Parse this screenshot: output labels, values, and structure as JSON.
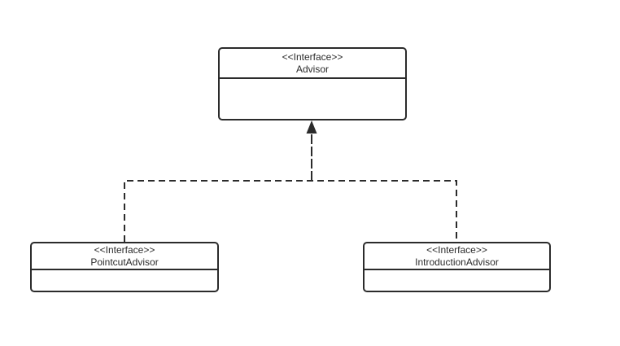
{
  "diagram": {
    "type": "uml-class-diagram",
    "nodes": [
      {
        "id": "advisor",
        "stereotype": "<<Interface>>",
        "name": "Advisor"
      },
      {
        "id": "pointcut-advisor",
        "stereotype": "<<Interface>>",
        "name": "PointcutAdvisor"
      },
      {
        "id": "introduction-advisor",
        "stereotype": "<<Interface>>",
        "name": "IntroductionAdvisor"
      }
    ],
    "relations": [
      {
        "from": "pointcut-advisor",
        "to": "advisor",
        "type": "realization-generalization"
      },
      {
        "from": "introduction-advisor",
        "to": "advisor",
        "type": "realization-generalization"
      }
    ],
    "colors": {
      "stroke": "#2b2b2b",
      "text": "#2b2b2b",
      "background": "#ffffff"
    }
  }
}
